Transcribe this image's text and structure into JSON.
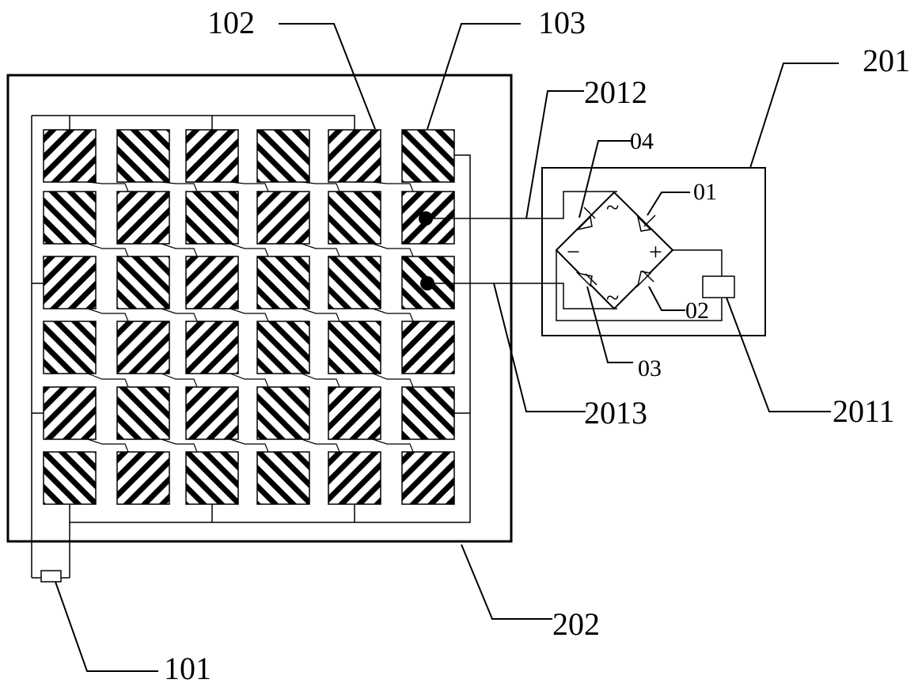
{
  "labels": {
    "l101": "101",
    "l102": "102",
    "l103": "103",
    "l201": "201",
    "l202": "202",
    "l2011": "2011",
    "l2012": "2012",
    "l2013": "2013",
    "d01": "01",
    "d02": "02",
    "d03": "03",
    "d04": "04",
    "tilde_top": "~",
    "tilde_bottom": "~",
    "minus": "−",
    "plus": "+"
  },
  "grid": {
    "rows": 6,
    "cols": 6,
    "hatch_direction": [
      [
        "a",
        "b",
        "a",
        "b",
        "a",
        "b"
      ],
      [
        "b",
        "a",
        "b",
        "a",
        "b",
        "a"
      ],
      [
        "a",
        "b",
        "a",
        "b",
        "b",
        "b"
      ],
      [
        "b",
        "a",
        "a",
        "b",
        "b",
        "a"
      ],
      [
        "a",
        "b",
        "a",
        "b",
        "a",
        "b"
      ],
      [
        "b",
        "a",
        "b",
        "b",
        "a",
        "a"
      ]
    ]
  }
}
